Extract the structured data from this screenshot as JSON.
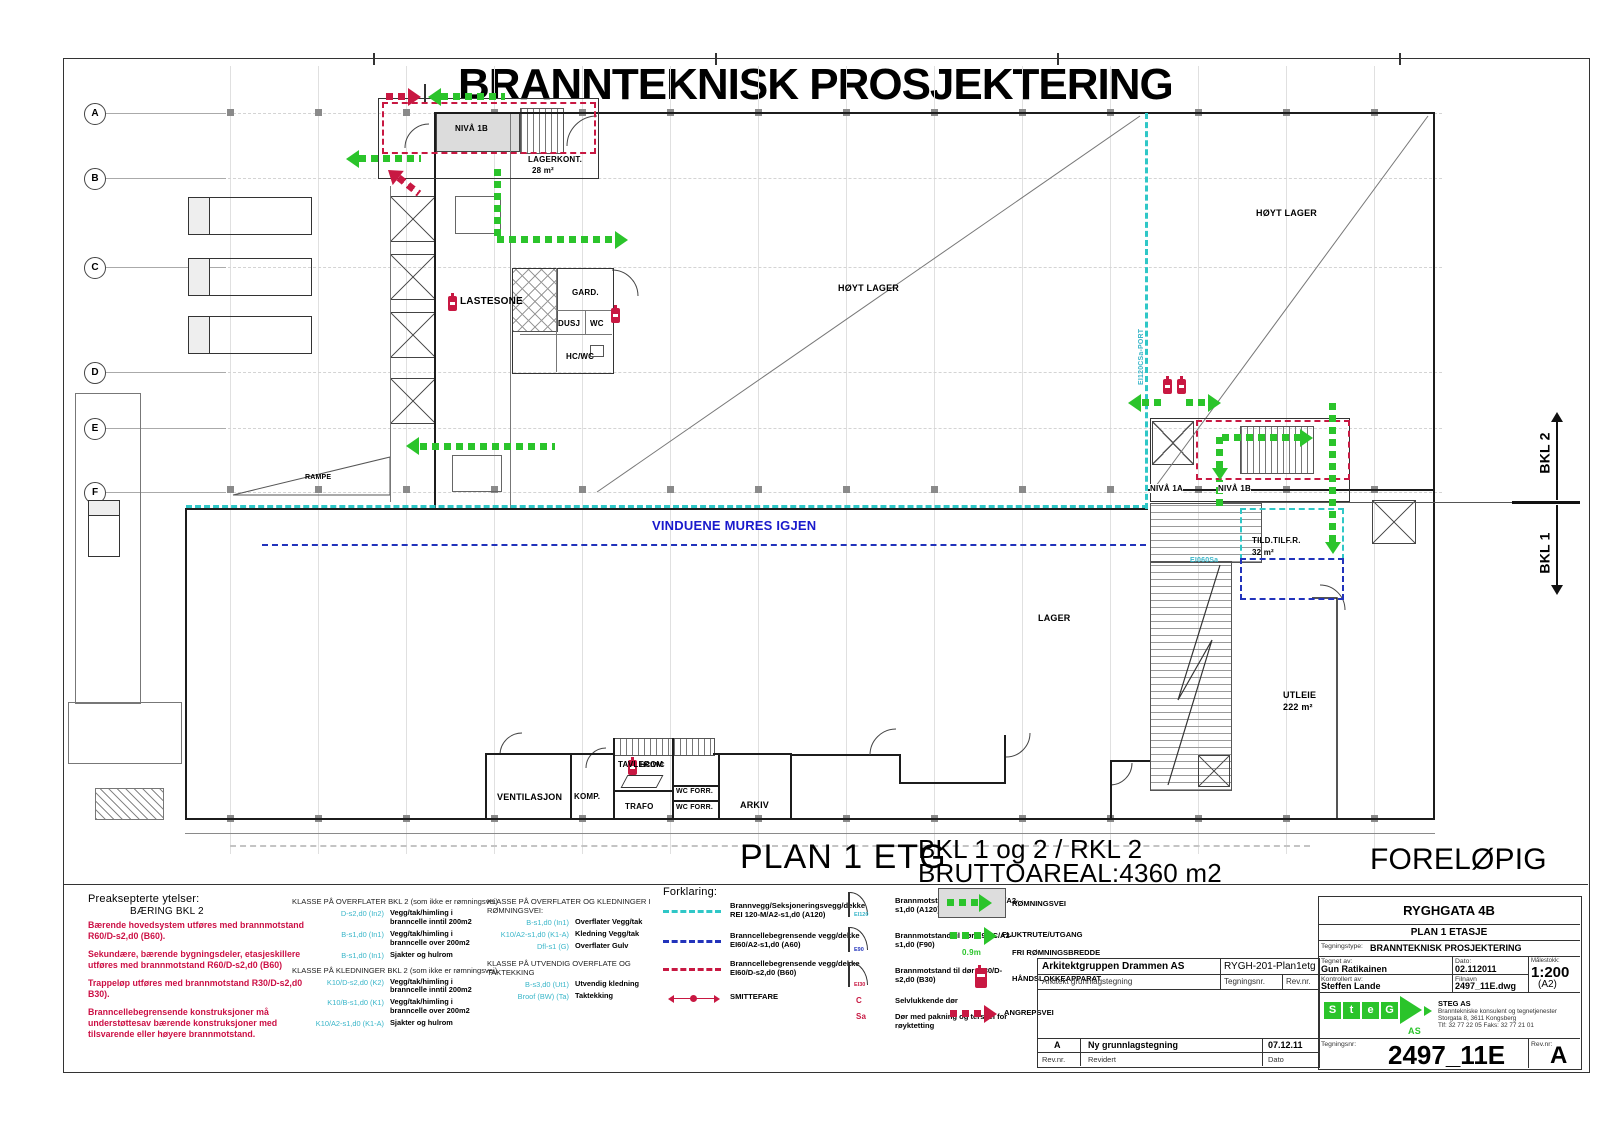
{
  "title": "BRANNTEKNISK PROSJEKTERING",
  "grid": {
    "letters": [
      "A",
      "B",
      "C",
      "D",
      "E",
      "F"
    ]
  },
  "plan": {
    "niva1b_top": "NIVÅ 1B",
    "lagerkont": "LAGERKONT.",
    "lagerkont_area": "28 m²",
    "lastesone": "LASTESONE",
    "gard": "GARD.",
    "dusj": "DUSJ",
    "wc": "WC",
    "hcwc": "HC/WC",
    "hoyt_lager": "HØYT LAGER",
    "rampe": "RAMPE",
    "port_label": "EI120CSa-PORT",
    "vinduene": "VINDUENE MURES IGJEN",
    "niva_1a": "NIVÅ 1A",
    "niva_1b": "NIVÅ 1B",
    "tild_tilfr": "TILD.TILF.R.",
    "tild_area": "32 m²",
    "ei60sa": "EI060Sa",
    "lager": "LAGER",
    "utleie": "UTLEIE",
    "utleie_area": "222 m²",
    "ventilasjon": "VENTILASJON",
    "komp": "KOMP.",
    "tavlerom": "TAVLEROM",
    "trafo": "TRAFO",
    "wc_forr": "WC FORR.",
    "arkiv": "ARKIV",
    "bkl2": "BKL 2",
    "bkl1": "BKL 1"
  },
  "stamp": {
    "plan_etg": "PLAN 1 ETG",
    "bkl_line": "BKL 1 og 2 / RKL 2",
    "areal_line": "BRUTTOAREAL:4360 m2",
    "forelopig": "FORELØPIG"
  },
  "notes": {
    "heading": "Preaksepterte ytelser:",
    "subheading": "BÆRING BKL 2",
    "p1": "Bærende hovedsystem utføres med brannmotstand R60/D-s2,d0 (B60).",
    "p2": "Sekundære, bærende bygningsdeler, etasjeskillere utføres med brannmotstand R60/D-s2,d0 (B60)",
    "p3": "Trappeløp utføres med brannmotstand R30/D-s2,d0 B30).",
    "p4": "Branncellebegrensende konstruksjoner må understøttesav bærende konstruksjoner med tilsvarende eller høyere brannmotstand."
  },
  "klasse1": {
    "heading1": "KLASSE PÅ OVERFLATER BKL 2 (som ikke er rømningsvei)",
    "rows1": [
      {
        "code": "D-s2,d0 (In2)",
        "desc": "Vegg/tak/himling i branncelle inntil 200m2"
      },
      {
        "code": "B-s1,d0 (In1)",
        "desc": "Vegg/tak/himling i branncelle over 200m2"
      },
      {
        "code": "B-s1,d0 (In1)",
        "desc": "Sjakter og hulrom"
      }
    ],
    "heading2": "KLASSE PÅ KLEDNINGER BKL 2 (som ikke er rømningsvei)",
    "rows2": [
      {
        "code": "K10/D-s2,d0 (K2)",
        "desc": "Vegg/tak/himling i branncelle inntil 200m2"
      },
      {
        "code": "K10/B-s1,d0 (K1)",
        "desc": "Vegg/tak/himling i branncelle over 200m2"
      },
      {
        "code": "K10/A2-s1,d0 (K1-A)",
        "desc": "Sjakter og hulrom"
      }
    ]
  },
  "klasse2": {
    "heading1": "KLASSE PÅ OVERFLATER OG KLEDNINGER I RØMNINGSVEI:",
    "rows1": [
      {
        "code": "B-s1,d0 (In1)",
        "desc": "Overflater Vegg/tak"
      },
      {
        "code": "K10/A2-s1,d0 (K1-A)",
        "desc": "Kledning Vegg/tak"
      },
      {
        "code": "Dfl-s1 (G)",
        "desc": "Overflater Gulv"
      }
    ],
    "heading2": "KLASSE PÅ UTVENDIG OVERFLATE OG TAKTEKKING",
    "rows2": [
      {
        "code": "B-s3,d0 (Ut1)",
        "desc": "Utvendig kledning"
      },
      {
        "code": "Broof (BW) (Ta)",
        "desc": "Taktekking"
      }
    ]
  },
  "forklaring": {
    "heading": "Forklaring:",
    "lines": [
      {
        "label": "Brannvegg/Seksjoneringsvegg/dekke REI 120-M/A2-s1,d0 (A120)"
      },
      {
        "label": "Branncellebegrensende vegg/dekke EI60/A2-s1,d0 (A60)"
      },
      {
        "label": "Branncellebegrensende vegg/dekke EI60/D-s2,d0 (B60)"
      },
      {
        "label": "SMITTEFARE"
      }
    ]
  },
  "doors": {
    "rows": [
      {
        "code": "EI120",
        "label": "Brannmotstand til dør EI120-C/A2-s1,d0 (A120)"
      },
      {
        "code": "E90",
        "label": "Brannmotstand til dør E90-C/A2-s1,d0 (F90)"
      },
      {
        "code": "EI30",
        "label": "Brannmotstand til dør EI30/D-s2,d0 (B30)"
      },
      {
        "code": "C",
        "label": "Selvlukkende dør"
      },
      {
        "code": "Sa",
        "label": "Dør med pakning og terskel for røyktetting"
      }
    ]
  },
  "symbols": {
    "romningsvei": "RØMNINGSVEI",
    "fluktrute": "FLUKTRUTE/UTGANG",
    "fri_bredde_value": "0.9m",
    "fri_bredde": "FRI RØMNINGSBREDDE",
    "handslokke": "HÅNDSLOKKEAPPARAT",
    "angrepsvei": "ANGREPSVEI"
  },
  "titleblock": {
    "project": "RYGHGATA 4B",
    "floor": "PLAN 1 ETASJE",
    "type_label": "Tegningstype:",
    "type_value": "BRANNTEKNISK PROSJEKTERING",
    "drawn_label": "Tegnet av:",
    "drawn_value": "Gun Ratikainen",
    "date_label": "Dato:",
    "date_value": "02.112011",
    "scale_label": "Målestokk:",
    "scale_value": "1:200",
    "scale_format": "(A2)",
    "checked_label": "Kontrollert av:",
    "checked_value": "Steffen Lande",
    "file_label": "Filnavn",
    "file_value": "2497_11E.dwg",
    "logo_letters": [
      "S",
      "t",
      "e",
      "G"
    ],
    "logo_as": "AS",
    "company_name": "STEG AS",
    "company_line1": "Branntekniske konsulent og tegnetjenester",
    "company_line2": "Storgata 8, 3611 Kongsberg",
    "company_line3": "Tlf: 32 77 22 05   Faks: 32 77 21 01",
    "drawingno_label": "Tegningsnr:",
    "drawingno_value": "2497_11E",
    "rev_label": "Rev.nr:",
    "rev_value": "A"
  },
  "architect": {
    "name": "Arkitektgruppen Drammen AS",
    "ref": "RYGH-201-Plan1etg",
    "row2_left": "Arkitekt grunnlagstegning",
    "row2_mid": "Tegningsnr.",
    "row2_right": "Rev.nr.",
    "rev_a": "A",
    "rev_desc": "Ny grunnlagstegning",
    "rev_date": "07.12.11",
    "foot_left": "Rev.nr.",
    "foot_mid": "Revidert",
    "foot_right": "Dato"
  }
}
